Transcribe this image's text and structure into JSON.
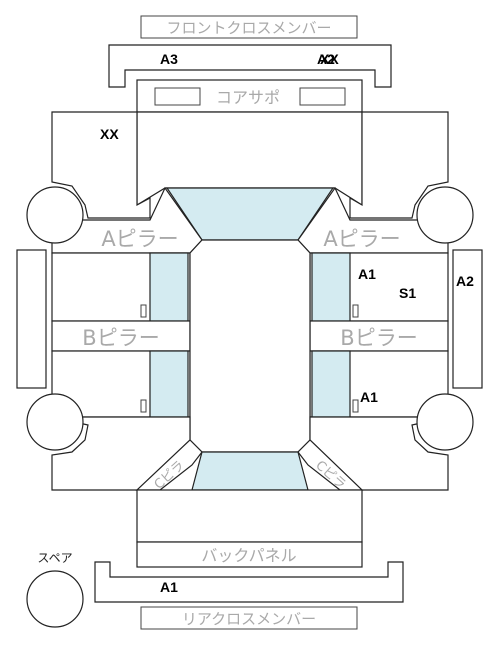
{
  "labels": {
    "front_cross_member": "フロントクロスメンバー",
    "core_support": "コアサポ",
    "a_pillar_left": "Aピラー",
    "a_pillar_right": "Aピラー",
    "b_pillar_left": "Bピラー",
    "b_pillar_right": "Bピラー",
    "back_panel": "バックパネル",
    "rear_cross_member": "リアクロスメンバー",
    "spare": "スペア",
    "c_pillar_left": "Cピラ",
    "c_pillar_right": "Cピラ"
  },
  "codes": {
    "front_cross_left": "A3",
    "front_cross_right_a": "A2",
    "front_cross_right_b": "XX",
    "left_fender": "XX",
    "right_front_door": "A1",
    "right_front_door_2": "S1",
    "right_rocker": "A2",
    "right_rear_door": "A1",
    "rear_cross_member": "A1"
  },
  "colors": {
    "glass": "#d4ebf1",
    "stroke": "#222222",
    "label_text": "#a9a9a9"
  }
}
